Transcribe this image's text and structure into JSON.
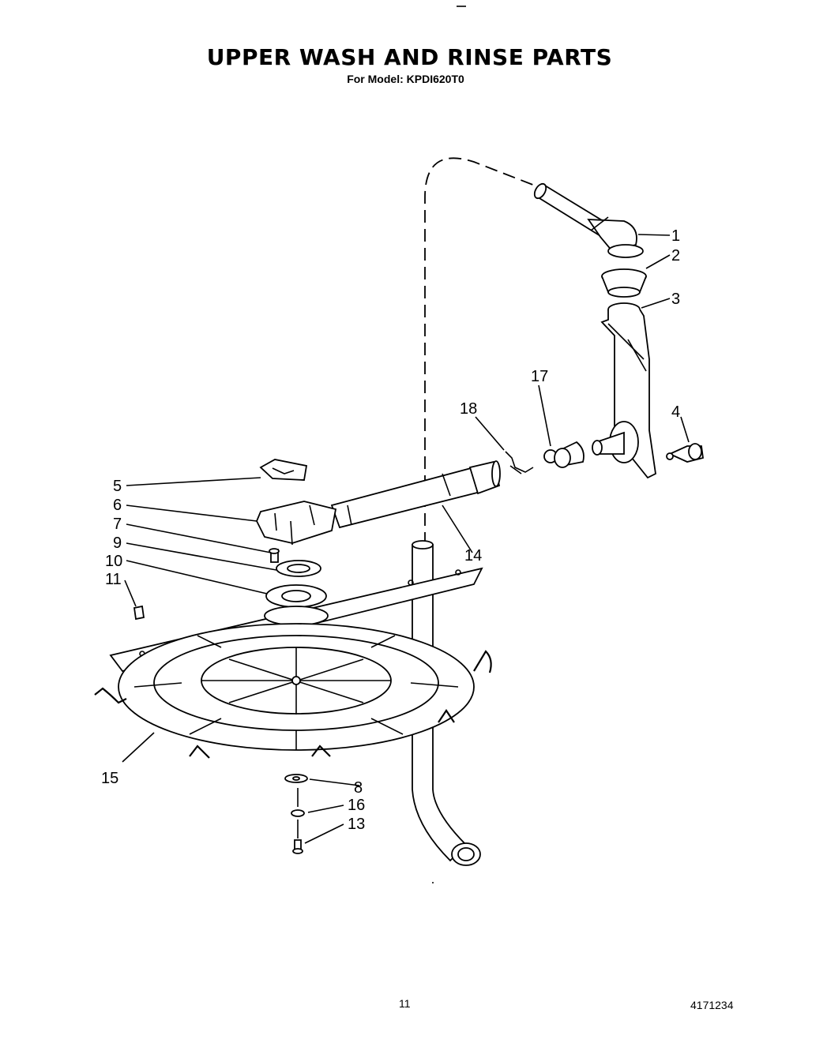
{
  "header": {
    "title": "UPPER WASH AND RINSE PARTS",
    "model_line": "For Model: KPDI620T0"
  },
  "footer": {
    "page_number": "11",
    "document_number": "4171234"
  },
  "callouts": [
    {
      "id": "c1",
      "label": "1"
    },
    {
      "id": "c2",
      "label": "2"
    },
    {
      "id": "c3",
      "label": "3"
    },
    {
      "id": "c4",
      "label": "4"
    },
    {
      "id": "c5",
      "label": "5"
    },
    {
      "id": "c6",
      "label": "6"
    },
    {
      "id": "c7",
      "label": "7"
    },
    {
      "id": "c8",
      "label": "8"
    },
    {
      "id": "c9",
      "label": "9"
    },
    {
      "id": "c10",
      "label": "10"
    },
    {
      "id": "c11",
      "label": "11"
    },
    {
      "id": "c13",
      "label": "13"
    },
    {
      "id": "c14",
      "label": "14"
    },
    {
      "id": "c15",
      "label": "15"
    },
    {
      "id": "c16",
      "label": "16"
    },
    {
      "id": "c17",
      "label": "17"
    },
    {
      "id": "c18",
      "label": "18"
    }
  ]
}
